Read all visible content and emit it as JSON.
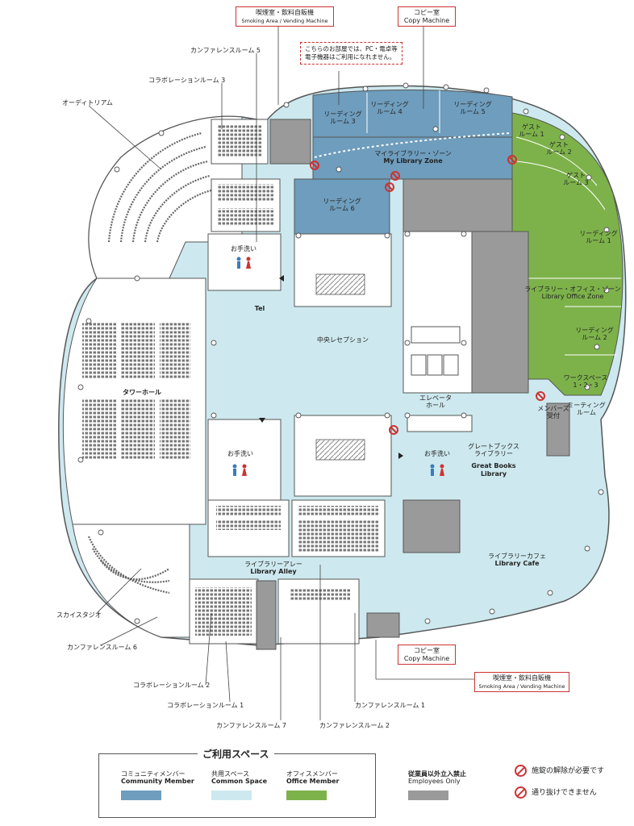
{
  "callouts": {
    "smoking_top_jp": "喫煙室・飲料自販機",
    "smoking_top_en": "Smoking Area / Vending Machine",
    "copy_top_jp": "コピー室",
    "copy_top_en": "Copy Machine",
    "notice_line1": "こちらのお部屋では、PC・電卓等",
    "notice_line2": "電子機器はご利用になれません。",
    "copy_bottom_jp": "コピー室",
    "copy_bottom_en": "Copy Machine",
    "smoking_bottom_jp": "喫煙室・飲料自販機",
    "smoking_bottom_en": "Smoking Area / Vending Machine"
  },
  "external_labels": {
    "conf5": "カンファレンスルーム 5",
    "collab3": "コラボレーションルーム 3",
    "auditorium": "オーディトリアム",
    "sky_studio": "スカイスタジオ",
    "conf6": "カンファレンスルーム 6",
    "collab2": "コラボレーションルーム 2",
    "collab1": "コラボレーションルーム 1",
    "conf7": "カンファレンスルーム 7",
    "conf2": "カンファレンスルーム 2",
    "conf1": "カンファレンスルーム 1"
  },
  "rooms": {
    "reading3": [
      "リーディング",
      "ルーム 3"
    ],
    "reading4": [
      "リーディング",
      "ルーム 4"
    ],
    "reading5": [
      "リーディング",
      "ルーム 5"
    ],
    "my_library_jp": "マイライブラリー・ゾーン",
    "my_library_en": "My Library Zone",
    "reading6": [
      "リーディング",
      "ルーム 6"
    ],
    "guest1": [
      "ゲスト",
      "ルーム 1"
    ],
    "guest2": [
      "ゲスト",
      "ルーム 2"
    ],
    "guest3": [
      "ゲスト",
      "ルーム 3"
    ],
    "reading1": [
      "リーディング",
      "ルーム 1"
    ],
    "office_zone_jp": "ライブラリー・オフィス・ゾーン",
    "office_zone_en": "Library Office Zone",
    "reading2": [
      "リーディング",
      "ルーム 2"
    ],
    "workspace": [
      "ワークスペース",
      "1・2・3"
    ],
    "meeting": [
      "ミーティング",
      "ルーム"
    ],
    "members_desk": [
      "メンバーズ",
      "受付"
    ],
    "restroom_top": "お手洗い",
    "tel": "Tel",
    "reception": "中央レセプション",
    "elevator": [
      "エレベータ",
      "ホール"
    ],
    "tower_hall": "タワーホール",
    "restroom_mid": "お手洗い",
    "restroom_right": "お手洗い",
    "great_books_jp": [
      "グレートブックス",
      "ライブラリー"
    ],
    "great_books_en": [
      "Great Books",
      "Library"
    ],
    "library_alley_jp": "ライブラリーアレー",
    "library_alley_en": "Library Alley",
    "library_cafe_jp": "ライブラリーカフェ",
    "library_cafe_en": "Library Cafe"
  },
  "legend": {
    "title": "ご利用スペース",
    "community_jp": "コミュニティメンバー",
    "community_en": "Community Member",
    "common_jp": "共用スペース",
    "common_en": "Common Space",
    "office_jp": "オフィスメンバー",
    "office_en": "Office Member",
    "staff_jp": "従業員以外立入禁止",
    "staff_en": "Employees Only",
    "unlock_note": "施錠の解除が必要です",
    "no_pass_note": "通り抜けできません"
  },
  "colors": {
    "community": "#6e9dbd",
    "common": "#cde9ef",
    "office": "#7db24a",
    "staff": "#9a9a9a",
    "callout_border": "#cc3333"
  }
}
